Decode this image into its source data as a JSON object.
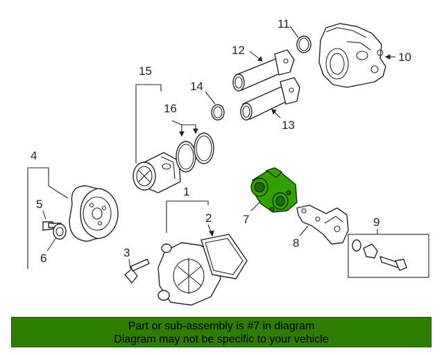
{
  "callouts": {
    "c1": "1",
    "c2": "2",
    "c3": "3",
    "c4": "4",
    "c5": "5",
    "c6": "6",
    "c7": "7",
    "c8": "8",
    "c9": "9",
    "c10": "10",
    "c11": "11",
    "c12": "12",
    "c13": "13",
    "c14": "14",
    "c15": "15",
    "c16": "16"
  },
  "highlighted_part": "7",
  "colors": {
    "highlight": "#33a000",
    "banner": "#2e7d00"
  },
  "banner": {
    "line1": "Part or sub-assembly is #7 in diagram",
    "line2": "Diagram may not be specific to your vehicle"
  }
}
